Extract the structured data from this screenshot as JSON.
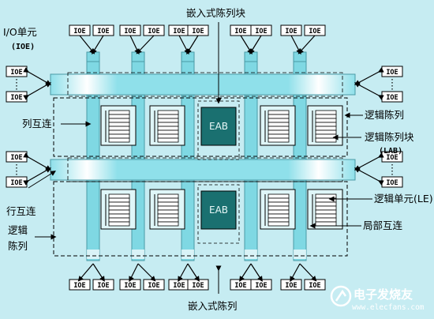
{
  "labels": {
    "embedded_array_block": "嵌入式陈列块",
    "io_unit": "I/O单元",
    "io_unit_abbr": "(IOE)",
    "column_interconnect": "列互连",
    "logic_array": "逻辑陈列",
    "logic_array_block": "逻辑陈列块",
    "logic_array_block_abbr": "(LAB)",
    "row_interconnect": "行互连",
    "logic_array_left_line1": "逻辑",
    "logic_array_left_line2": "陈列",
    "logic_element": "逻辑单元(LE)",
    "local_interconnect": "局部互连",
    "embedded_array": "嵌入式陈列"
  },
  "ioe_label": "IOE",
  "eab_label": "EAB",
  "watermark": {
    "title": "电子发烧友",
    "url": "www.elecfans.com"
  },
  "colors": {
    "background": "#c6ecf2",
    "bus": "#7fd8e3",
    "eab": "#1a7070",
    "ioe_box": "#ffffff"
  }
}
